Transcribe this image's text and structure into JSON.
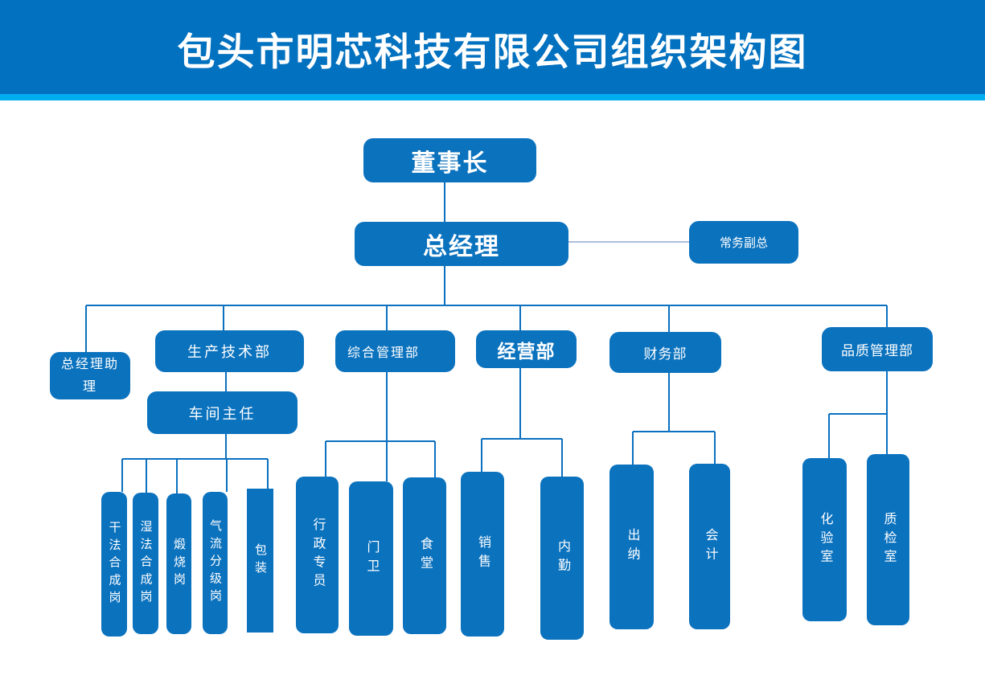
{
  "title": "包头市明芯科技有限公司组织架构图",
  "colors": {
    "banner_blue": "#0271BF",
    "accent_stripe_cyan": "#00AEEF",
    "node_blue": "#0B72BE",
    "connector_blue": "#0A70C0",
    "deputy_connector_light_blue": "#8FA9CF",
    "text_white": "#FFFFFF"
  },
  "nodes": {
    "chairman": "董事长",
    "general_manager": "总经理",
    "deputy_gm": "常务副总",
    "gm_assistant": "总经理助理",
    "production_tech_dept": "生产技术部",
    "workshop_director": "车间主任",
    "general_admin_dept": "综合管理部",
    "business_dept": "经营部",
    "finance_dept": "财务部",
    "quality_dept": "品质管理部",
    "dry_synthesis": "干法合成岗",
    "wet_synthesis": "湿法合成岗",
    "calcination": "煅烧岗",
    "airflow_grading": "气流分级岗",
    "packaging": "包装",
    "admin_specialist": "行政专员",
    "gatekeeper": "门卫",
    "canteen": "食堂",
    "sales": "销售",
    "internal_support": "内勤",
    "cashier": "出纳",
    "accountant": "会计",
    "chemical_lab": "化验室",
    "quality_inspection_room": "质检室"
  },
  "hierarchy": {
    "董事长": [
      "总经理"
    ],
    "总经理": [
      "常务副总",
      "总经理助理",
      "生产技术部",
      "综合管理部",
      "经营部",
      "财务部",
      "品质管理部"
    ],
    "生产技术部": [
      "车间主任"
    ],
    "车间主任": [
      "干法合成岗",
      "湿法合成岗",
      "煅烧岗",
      "气流分级岗",
      "包装"
    ],
    "综合管理部": [
      "行政专员",
      "门卫",
      "食堂"
    ],
    "经营部": [
      "销售",
      "内勤"
    ],
    "财务部": [
      "出纳",
      "会计"
    ],
    "品质管理部": [
      "化验室",
      "质检室"
    ]
  }
}
